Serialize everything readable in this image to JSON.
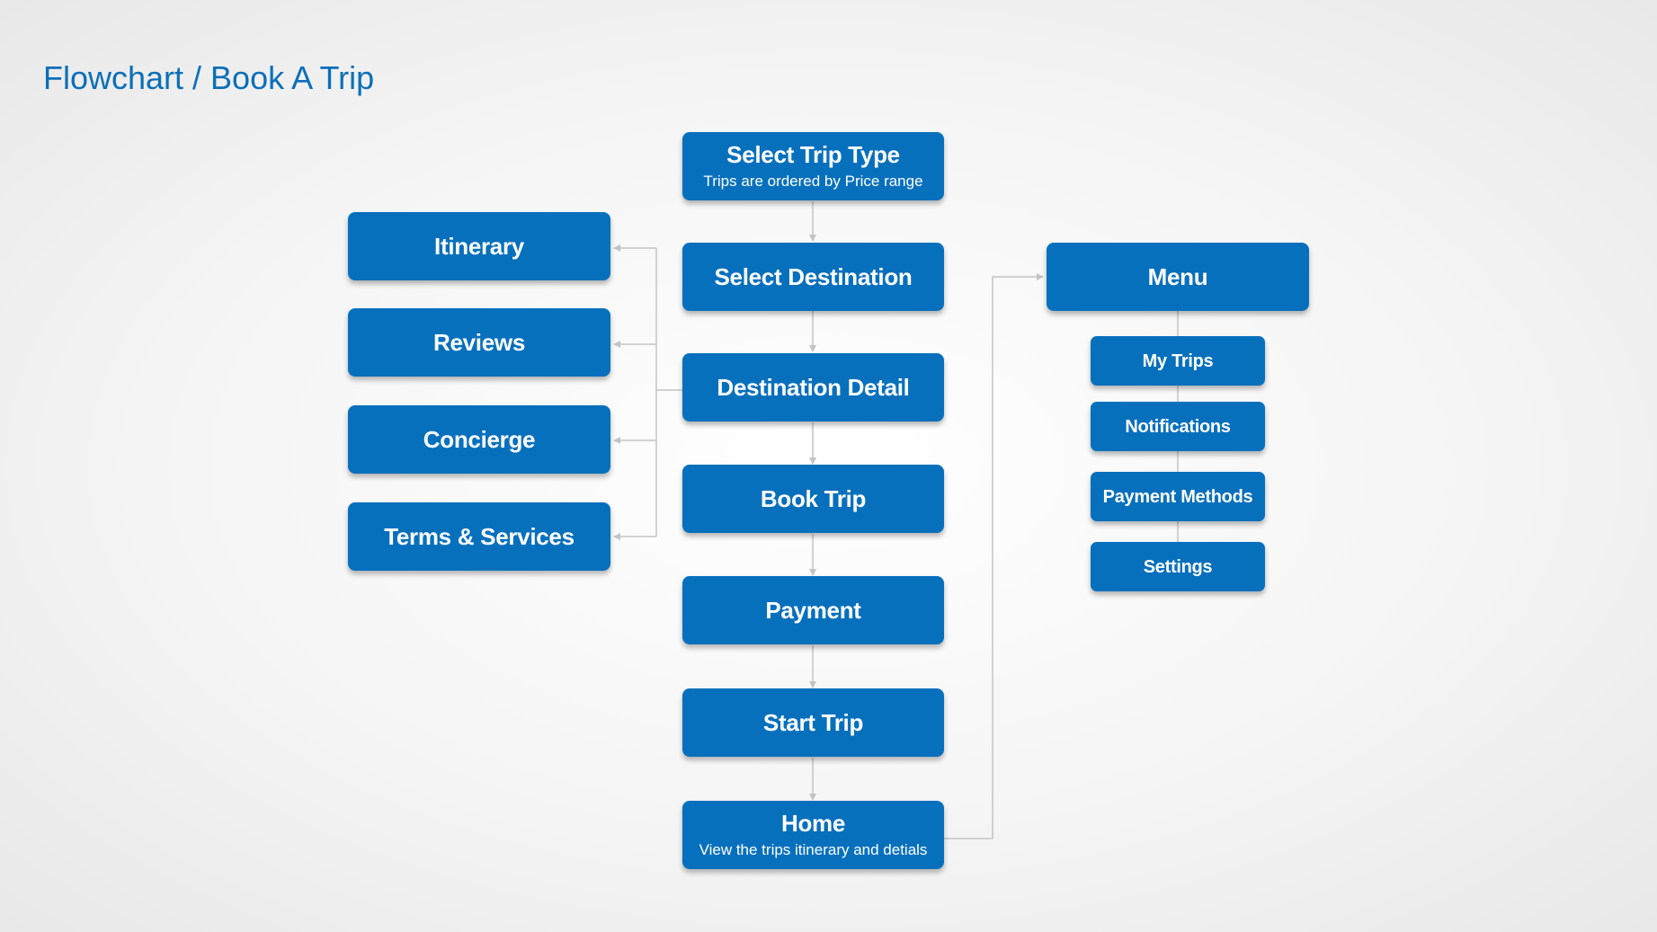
{
  "title": "Flowchart / Book A Trip",
  "colors": {
    "node_fill": "#0770bd",
    "title": "#0b6fb8",
    "connector": "#c4c4c4"
  },
  "main_flow": [
    {
      "label": "Select Trip Type",
      "sub": "Trips are ordered by Price range"
    },
    {
      "label": "Select Destination",
      "sub": ""
    },
    {
      "label": "Destination Detail",
      "sub": ""
    },
    {
      "label": "Book Trip",
      "sub": ""
    },
    {
      "label": "Payment",
      "sub": ""
    },
    {
      "label": "Start Trip",
      "sub": ""
    },
    {
      "label": "Home",
      "sub": "View the trips itinerary and detials"
    }
  ],
  "detail_branch": [
    {
      "label": "Itinerary"
    },
    {
      "label": "Reviews"
    },
    {
      "label": "Concierge"
    },
    {
      "label": "Terms & Services"
    }
  ],
  "menu": {
    "label": "Menu",
    "items": [
      {
        "label": "My Trips"
      },
      {
        "label": "Notifications"
      },
      {
        "label": "Payment Methods"
      },
      {
        "label": "Settings"
      }
    ]
  }
}
